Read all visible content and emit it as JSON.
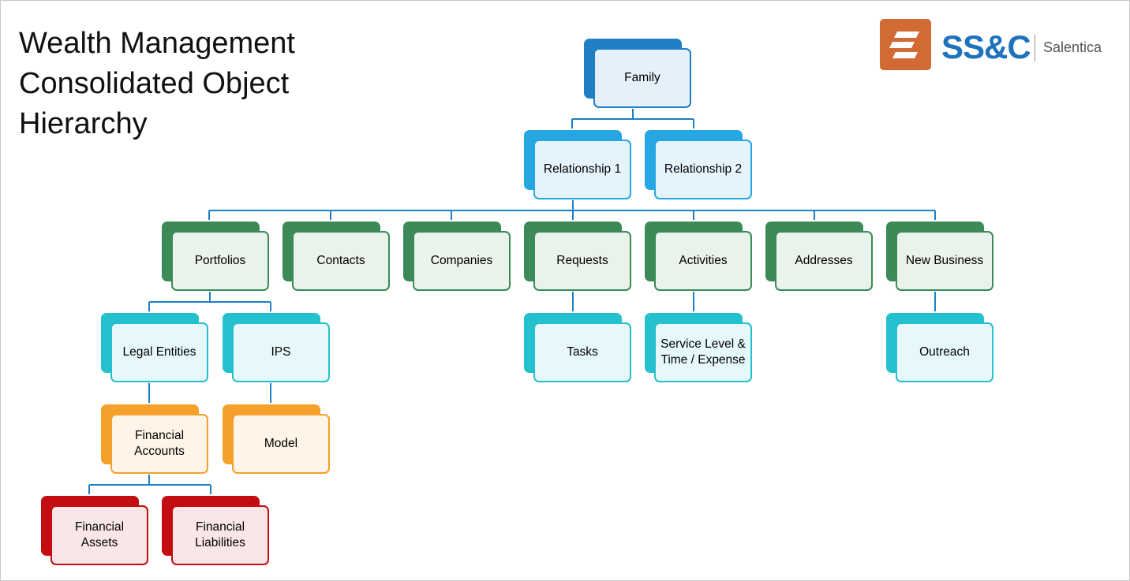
{
  "title": {
    "line1": "Wealth Management",
    "line2": "Consolidated Object",
    "line3": "Hierarchy"
  },
  "logo": {
    "brand": "SS&C",
    "product": "Salentica",
    "icon": "stacked-lines-logo-icon",
    "icon_color": "#d26a35",
    "brand_color": "#1e72bc"
  },
  "colors": {
    "connector": "#1e7fc4",
    "family": "#1e7fc4",
    "relationship": "#26a7e3",
    "object": "#3c8a58",
    "child": "#25c0cd",
    "account": "#f5a02a",
    "asset": "#c40d12"
  },
  "nodes": {
    "family": "Family",
    "relationship1": "Relationship 1",
    "relationship2": "Relationship 2",
    "portfolios": "Portfolios",
    "contacts": "Contacts",
    "companies": "Companies",
    "requests": "Requests",
    "activities": "Activities",
    "addresses": "Addresses",
    "new_business": "New Business",
    "legal_entities": "Legal Entities",
    "ips": "IPS",
    "tasks": "Tasks",
    "service_level": "Service Level & Time / Expense",
    "outreach": "Outreach",
    "financial_accounts": "Financial Accounts",
    "model": "Model",
    "financial_assets": "Financial Assets",
    "financial_liabilities": "Financial Liabilities"
  }
}
